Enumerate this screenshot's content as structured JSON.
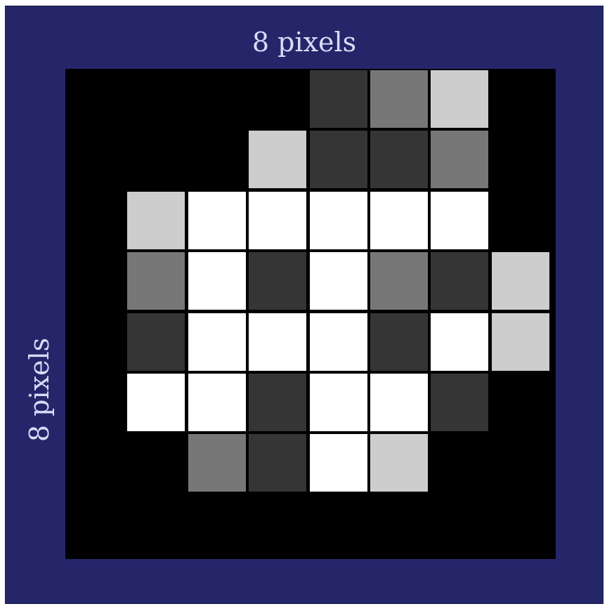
{
  "labels": {
    "top": "8 pixels",
    "left": "8 pixels"
  },
  "colors": {
    "frame": "#25266a",
    "label_text": "#d6dcf5",
    "background": "#000000"
  },
  "grid": {
    "rows": 8,
    "cols": 8,
    "values": [
      [
        0,
        0,
        0,
        0,
        1,
        2,
        3,
        0
      ],
      [
        0,
        0,
        0,
        3,
        1,
        1,
        2,
        0
      ],
      [
        0,
        3,
        4,
        4,
        4,
        4,
        4,
        0
      ],
      [
        0,
        2,
        4,
        1,
        4,
        2,
        1,
        3
      ],
      [
        0,
        1,
        4,
        4,
        4,
        1,
        4,
        3
      ],
      [
        0,
        4,
        4,
        1,
        4,
        4,
        1,
        0
      ],
      [
        0,
        0,
        2,
        1,
        4,
        3,
        0,
        0
      ],
      [
        0,
        0,
        0,
        0,
        0,
        0,
        0,
        0
      ]
    ],
    "palette": [
      "#000000",
      "#353535",
      "#777777",
      "#cdcdcd",
      "#ffffff"
    ]
  }
}
